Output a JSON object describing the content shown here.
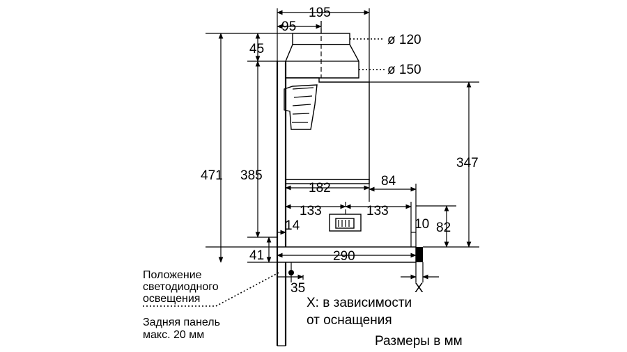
{
  "dimensions": {
    "d195": "195",
    "d95": "95",
    "d45": "45",
    "d471": "471",
    "d385": "385",
    "d347": "347",
    "d182": "182",
    "d84": "84",
    "d133_left": "133",
    "d133_right": "133",
    "d14": "14",
    "d10": "10",
    "d82": "82",
    "d41": "41",
    "d290": "290",
    "d35": "35",
    "x_mark": "X"
  },
  "diameters": {
    "upper": "ø 120",
    "lower": "ø 150"
  },
  "notes": {
    "led_line1": "Положение",
    "led_line2": "светодиодного",
    "led_line3": "освещения",
    "panel_line1": "Задняя панель",
    "panel_line2": "макс. 20 мм",
    "x_line1": "X: в зависимости",
    "x_line2": "от оснащения",
    "units": "Размеры в мм"
  }
}
